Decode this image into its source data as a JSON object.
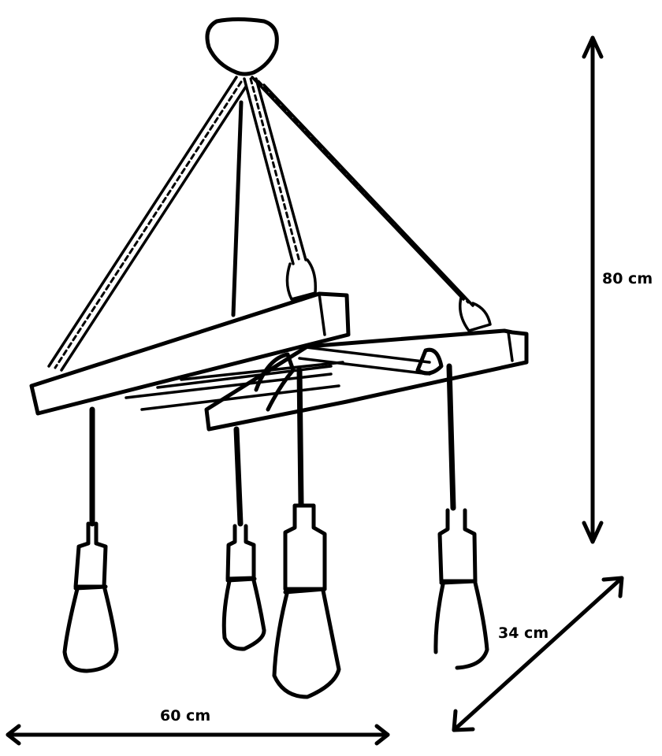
{
  "diagram": {
    "subject": "Wooden frame pendant lamp with 4 hanging bulbs on rope cords",
    "ink_color": "#000000",
    "background_color": "#ffffff",
    "dimensions": {
      "height": {
        "label": "80 cm",
        "orientation": "vertical"
      },
      "width": {
        "label": "60 cm",
        "orientation": "horizontal"
      },
      "depth": {
        "label": "34 cm",
        "orientation": "diagonal"
      }
    },
    "components": {
      "canopy": "ceiling-canopy",
      "suspension_ropes": 4,
      "frame_beams": 2,
      "slats": 5,
      "bulbs": 4
    }
  }
}
